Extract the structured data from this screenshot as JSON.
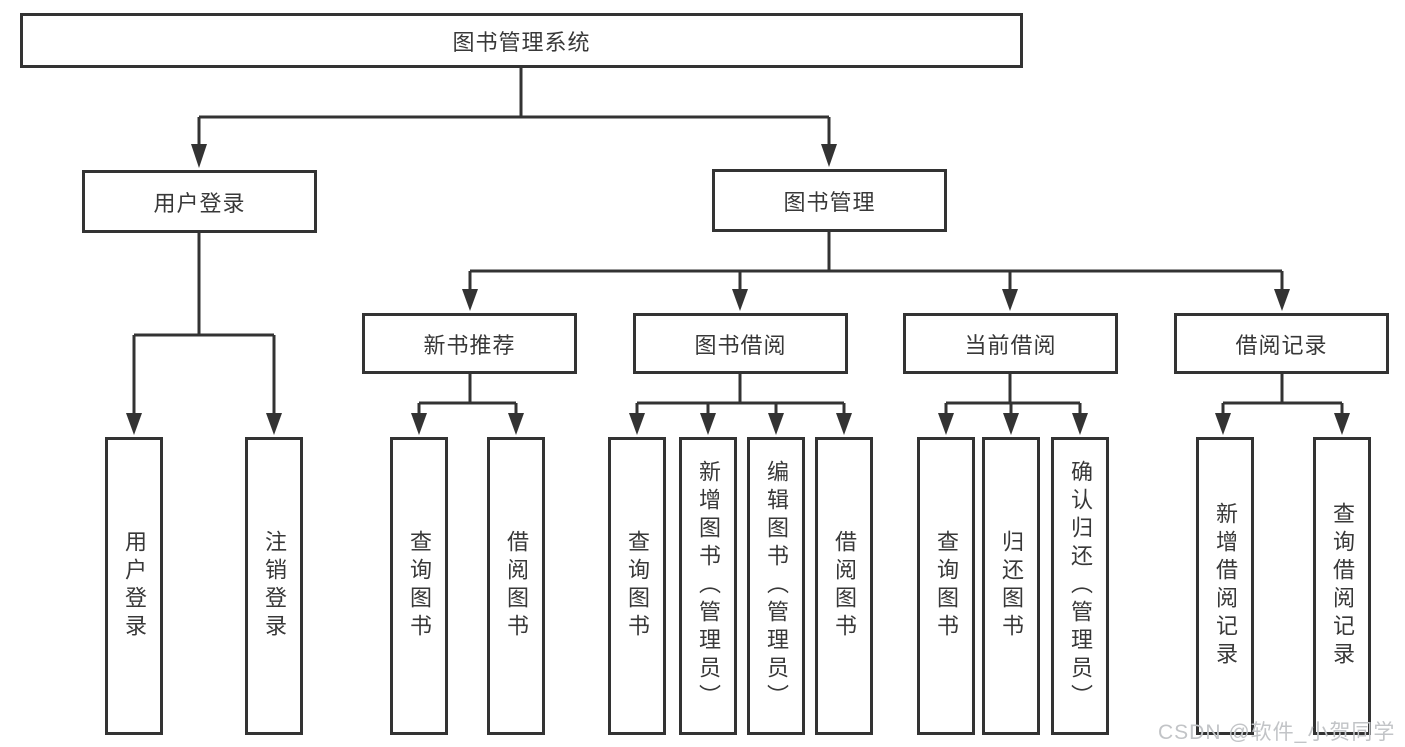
{
  "diagram": {
    "title": "图书管理系统",
    "level2": {
      "user_login": "用户登录",
      "book_management": "图书管理"
    },
    "level3": {
      "new_book_recommend": "新书推荐",
      "book_borrowing": "图书借阅",
      "current_borrowing": "当前借阅",
      "borrowing_records": "借阅记录"
    },
    "leaves": {
      "user_login": "用户登录",
      "logout": "注销登录",
      "nb_query_books": "查询图书",
      "nb_borrow_books": "借阅图书",
      "bb_query_books": "查询图书",
      "bb_add_books_admin": "新增图书（管理员）",
      "bb_edit_books_admin": "编辑图书（管理员）",
      "bb_borrow_books": "借阅图书",
      "cb_query_books": "查询图书",
      "cb_return_books": "归还图书",
      "cb_confirm_return_admin": "确认归还（管理员）",
      "br_add_record": "新增借阅记录",
      "br_query_record": "查询借阅记录"
    }
  },
  "watermark": "CSDN @软件_小贺同学",
  "colors": {
    "line": "#333333",
    "text": "#383838",
    "background": "#ffffff",
    "watermark": "#c2c4c7"
  }
}
